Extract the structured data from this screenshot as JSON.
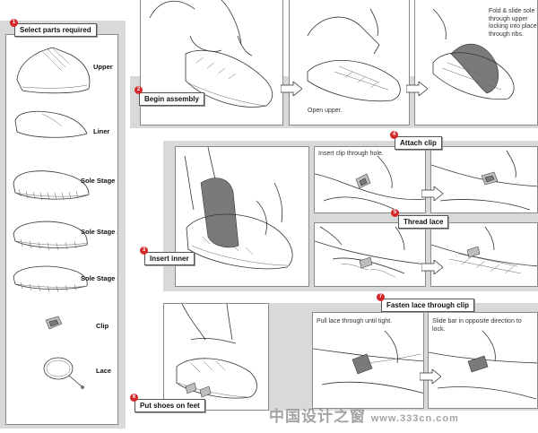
{
  "steps": {
    "s1": {
      "num": "1",
      "label": "Select parts required"
    },
    "s2": {
      "num": "2",
      "label": "Begin assembly"
    },
    "s3": {
      "num": "3",
      "label": "Insert inner"
    },
    "s4": {
      "num": "4",
      "label": "Attach clip"
    },
    "s5": {
      "num": "5",
      "label": "Thread lace"
    },
    "s6": {
      "num": "6",
      "label": "Put shoes on feet"
    },
    "s7": {
      "num": "7",
      "label": "Fasten lace through clip"
    }
  },
  "parts": [
    "Upper",
    "Liner",
    "Sole Stage 1",
    "Sole Stage 2",
    "Sole Stage 3",
    "Clip",
    "Lace"
  ],
  "captions": {
    "open_upper": "Open upper.",
    "fold_slide": "Fold & slide sole through upper locking into place through ribs.",
    "insert_clip": "Insert clip through hole.",
    "pull_lace": "Pull lace through until tight.",
    "slide_bar": "Slide bar in opposite direction to lock."
  },
  "watermark": {
    "cn": "中国设计之窗",
    "url": "www.333cn.com"
  },
  "colors": {
    "badge": "#d62828",
    "panel": "#d9d9d9",
    "frame_border": "#8a8a8a"
  }
}
